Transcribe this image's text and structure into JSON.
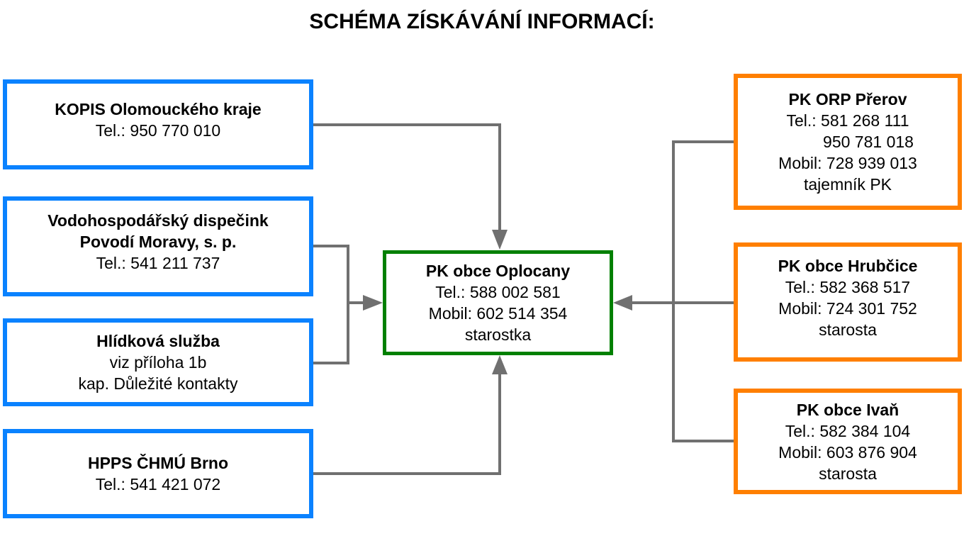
{
  "title": "SCHÉMA ZÍSKÁVÁNÍ INFORMACÍ:",
  "colors": {
    "source_border": "#0a82ff",
    "neighbor_border": "#ff7f00",
    "center_border": "#008000",
    "connector": "#707070"
  },
  "left_boxes": [
    {
      "name": "KOPIS Olomouckého kraje",
      "lines": [
        "Tel.: 950 770 010"
      ]
    },
    {
      "name": "Vodohospodářský dispečink",
      "name2": "Povodí Moravy, s. p.",
      "lines": [
        "Tel.: 541 211 737"
      ]
    },
    {
      "name": "Hlídková služba",
      "lines": [
        "viz příloha 1b",
        "kap. Důležité kontakty"
      ]
    },
    {
      "name": "HPPS ČHMÚ Brno",
      "lines": [
        "Tel.: 541 421 072"
      ]
    }
  ],
  "center_box": {
    "name": "PK obce Oplocany",
    "lines": [
      "Tel.: 588 002 581",
      "Mobil: 602 514 354",
      "starostka"
    ]
  },
  "right_boxes": [
    {
      "name": "PK ORP Přerov",
      "lines": [
        "Tel.: 581 268 111",
        "950 781 018",
        "Mobil: 728 939 013",
        "tajemník PK"
      ]
    },
    {
      "name": "PK obce Hrubčice",
      "lines": [
        "Tel.: 582 368 517",
        "Mobil: 724 301 752",
        "starosta"
      ]
    },
    {
      "name": "PK obce Ivaň",
      "lines": [
        "Tel.: 582 384 104",
        "Mobil: 603 876 904",
        "starosta"
      ]
    }
  ]
}
